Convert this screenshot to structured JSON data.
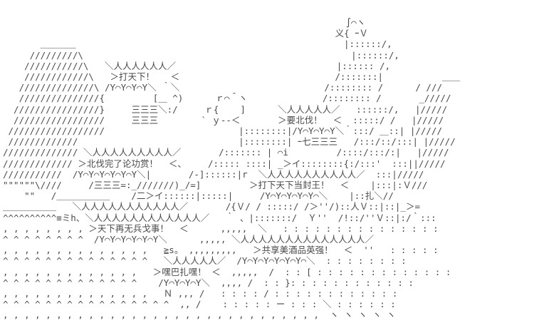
{
  "meta": {
    "description": "ASCII-art (AA) scene: mountains, river waves, stick figures and jagged speech bubbles",
    "background_color": "#ffffff",
    "ink_color": "#4a4a4a"
  },
  "speech_bubbles": [
    {
      "text": "打天下！"
    },
    {
      "text": "要北伐！"
    },
    {
      "text": "北伐完了论功赏！"
    },
    {
      "text": "打下天下当封王！"
    },
    {
      "text": "天下再无兵戈事！"
    },
    {
      "text": "共享美酒品英强！"
    },
    {
      "text": "嘿巴扎嘿！"
    }
  ],
  "ascii_art": {
    "lines": [
      "                                                                ∫⌒ヽ",
      "                                                              义{ ｰＶ",
      "       ＿＿＿＿                                                  |::::::/,",
      "     /////////\\                                                  |::::::/,",
      "    ///////////\\   ＼人人人人人人／                              |:::::: /,",
      "    ////////////\\   ＞打天下！   ＜                             /:::::::|           ＿＿",
      "   //////////////\\ /Y⌒Y⌒Y⌒Y＼ ｀＼                           /:::::::: /      / ///",
      "   ///////////////{         [＿ ^)      ｒ⌒＾ヽ              /:::::::: /       _/////",
      "  ////////////////}     三三三＼:/     ｒ{    ]      ＼人人人人人／   ::::::/,   |/////",
      "  /////////////////     三三三        ` ｙ--＜       ＞要北伐！  ＜  :::::/ /   |/////",
      " //////////////////                         |::::::::|/Y⌒Y⌒Y⌒Y＼｀:::/ ＿::| |/////",
      " /////////////                              |::::::::| ｰ七三三三   /:::/::/:::| |/////",
      "////////////// ＼人人人人人人人人人／       /::::::: | ⌒i         /::::/:::/:|   |/////",
      "///////////// ＞北伐完了论功赏！  ＜、    /::::: ::::| _＞イ::::::::{:/:::'  :::||/////",
      "///////////  /Y⌒Y⌒Y⌒Y⌒Y⌒Y＼|       /-]::::::|r  ＼人人人人人人人人人人／  :::|/////",
      "\"\"\"\"\"\"\\////     /三三三=:_///////)_/=]         ＞打下天下当封王！  ＜    |:::|:Ｖ///",
      "    \"\"   /＿＿＿＿＿＿    /二＞イ::::::|:::::|     /Y⌒Y⌒Y⌒Y⌒Y⌒＼    |::扎＼//",
      "＿＿＿＿＿＿   ＼人人人人人人人人人人人／       /{Ｖ/ / :::::/ /＞''/)::人Ｖ::|::|_＞=",
      "^^^^^^^^^^≡ミh、＼人人人人人人人人人人人人／   ｀ 、|:::::::/  Ｙ''  /!::/''Ｖ::|:/｀:::",
      ", , , , , , , , ＞天下再无兵戈事！  ＜      ,,,,,  ＼   : : : : : : : : : : : : : : :",
      "^ ^ ^ ^ ^ ^ ^ ^  /Y⌒Y⌒Y⌒Y⌒Y⌒Y＼      ,,,,, ＼人人人人人人人人人人人人人人／",
      ", , , , , , , , , , , , , ,   ≧s。 ,,,,,,,,,   ＞共享美酒品英强！  ＜  ''   : : : : :",
      "^ ^ ^ ^ ^ ^ ^ ^ ^ ^ ^ ^ ^ ^   ＼人人人人人／  /Y⌒Y⌒Y⌒Y⌒Y⌒Y⌒＼  : : : : : : : :",
      ", , , , , , , , , , , , ,   ＞嘿巴扎嘿！ ＜  ,,,,,  /  : : [ : : : : : : : : : : : : :",
      "^ ^ ^ ^ ^ ^ ^ ^ ^ ^ ^ ^ ^    /Y⌒Y⌒Y⌒Y＼  ,,,, /  : : }: : : : : : : : : : : :",
      ", , , , , , , , , , , , , ,   Ｎ ,,, /   : : : : / : : : : : : : : : : : :",
      "^ ^ ^ ^ ^ ^ ^ ^ ^ ^ ^ ^ ^ ^ ^ ^  ,, /    : : : : : ー : : : ＼ : : : : : :",
      ", , , , , , , , , , , , , , , , , , , , , , , , , , , , , ,  ヽ ヽ ヽ ヽ ヽ"
    ]
  }
}
